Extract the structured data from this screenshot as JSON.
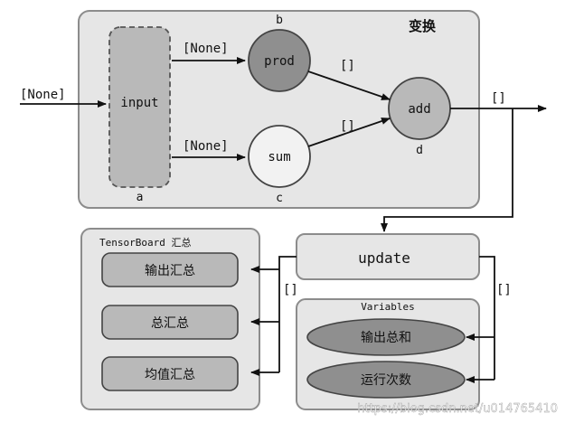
{
  "transform": {
    "title": "变换",
    "input_node": "input",
    "input_letter": "a",
    "prod_node": "prod",
    "prod_letter": "b",
    "sum_node": "sum",
    "sum_letter": "c",
    "add_node": "add",
    "add_letter": "d"
  },
  "edges": {
    "external_input": "[None]",
    "input_to_prod": "[None]",
    "input_to_sum": "[None]",
    "prod_to_add": "[]",
    "sum_to_add": "[]",
    "add_output": "[]",
    "update_to_summaries": "[]",
    "update_to_variables": "[]"
  },
  "summaries": {
    "title": "TensorBoard 汇总",
    "items": [
      "输出汇总",
      "总汇总",
      "均值汇总"
    ]
  },
  "update": {
    "label": "update"
  },
  "variables": {
    "title": "Variables",
    "items": [
      "输出总和",
      "运行次数"
    ]
  },
  "watermark": "https://blog.csdn.net/u014765410",
  "colors": {
    "panel_fill": "#e6e6e6",
    "panel_stroke": "#8c8c8c",
    "node_dark": "#8f8f8f",
    "node_mid": "#b9b9b9",
    "node_light": "#f2f2f2",
    "arrow": "#111111"
  }
}
